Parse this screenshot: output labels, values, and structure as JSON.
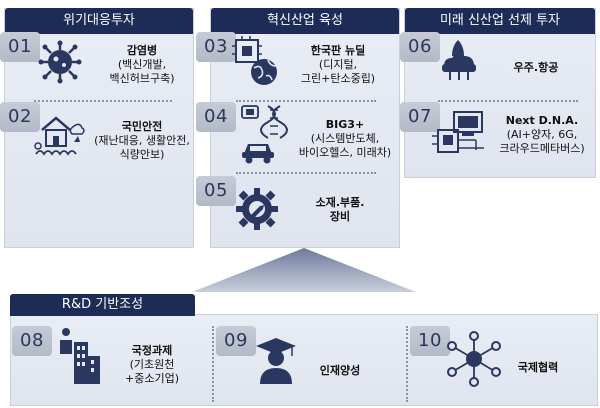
{
  "panels": {
    "crisis": {
      "title": "위기대응투자"
    },
    "innovation": {
      "title": "혁신산업 육성"
    },
    "future": {
      "title": "미래 신산업 선제 투자"
    }
  },
  "items": [
    {
      "num": "01",
      "lines": [
        "감염병",
        "(백신개발,",
        "백신허브구축)"
      ],
      "icon": "virus-icon"
    },
    {
      "num": "02",
      "lines": [
        "국민안전",
        "(재난대응, 생활안전,",
        "식량안보)"
      ],
      "icon": "house-disaster-icon"
    },
    {
      "num": "03",
      "lines": [
        "한국판 뉴딜",
        "(디지털,",
        "그린+탄소중립)"
      ],
      "icon": "chip-globe-icon"
    },
    {
      "num": "04",
      "lines": [
        "BIG3+",
        "(시스템반도체,",
        "바이오헬스, 미래차)"
      ],
      "icon": "dna-car-icon"
    },
    {
      "num": "05",
      "lines": [
        "소재.부품.",
        "장비"
      ],
      "icon": "gear-wrench-icon"
    },
    {
      "num": "06",
      "lines": [
        "우주.항공"
      ],
      "icon": "rocket-cloud-icon"
    },
    {
      "num": "07",
      "lines": [
        "Next D.N.A.",
        "(AI+양자, 6G,",
        "크라우드메타버스)"
      ],
      "icon": "computer-circuit-icon"
    }
  ],
  "rd": {
    "title": "R&D 기반조성",
    "items": [
      {
        "num": "08",
        "lines": [
          "국정과제",
          "(기초원천",
          "+중소기업)"
        ],
        "icon": "buildings-person-icon"
      },
      {
        "num": "09",
        "lines": [
          "인재양성"
        ],
        "icon": "graduate-icon"
      },
      {
        "num": "10",
        "lines": [
          "국제협력"
        ],
        "icon": "network-icon"
      }
    ]
  },
  "colors": {
    "navy": "#1c2c56",
    "panel": "#e3e7f0",
    "numbox": "#bcc2ce"
  }
}
